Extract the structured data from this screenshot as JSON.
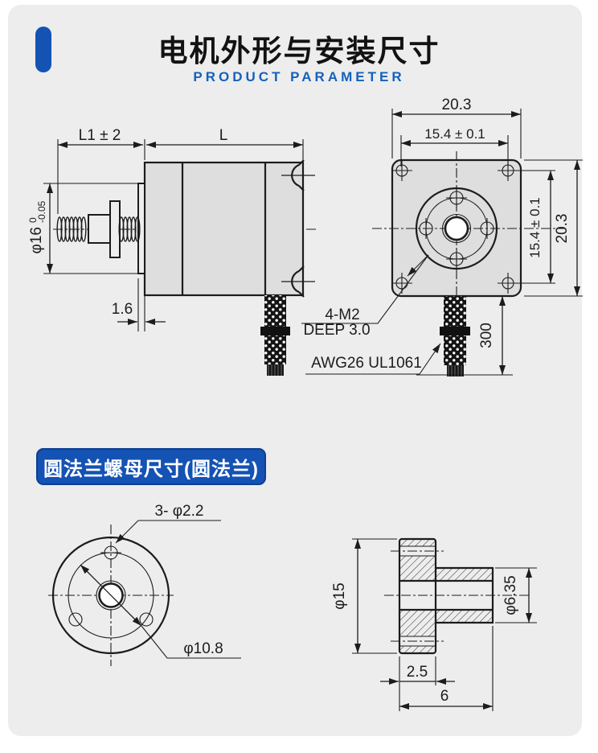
{
  "colors": {
    "accent_blue": "#1452b4",
    "card_bg": "#ededed",
    "part_fill": "#dedede",
    "line": "#1c1c1c"
  },
  "header": {
    "title": "电机外形与安装尺寸",
    "subtitle": "PRODUCT PARAMETER"
  },
  "flange_section_header": {
    "badge": "圆法兰螺母尺寸(圆法兰)"
  },
  "side_view": {
    "dim_shaft_length": "L1 ± 2",
    "dim_body_length": "L",
    "dim_pilot_diameter": "φ16",
    "tolerance_upper": "0",
    "tolerance_lower": "-0.05",
    "dim_pilot_thickness": "1.6"
  },
  "front_view": {
    "dim_overall_width": "20.3",
    "dim_hole_spacing_h": "15.4 ± 0.1",
    "dim_hole_spacing_v": "15.4 ± 0.1",
    "dim_overall_height": "20.3",
    "label_mounting_holes": "4-M2",
    "label_hole_depth": "DEEP 3.0",
    "label_wire": "AWG26  UL1061",
    "dim_cable_length": "300"
  },
  "flange_front_view": {
    "label_holes": "3- φ2.2",
    "label_bolt_circle": "φ10.8"
  },
  "flange_section_view": {
    "dim_flange_diameter": "φ15",
    "dim_boss_diameter": "φ6.35",
    "dim_flange_thickness": "2.5",
    "dim_total_length": "6"
  }
}
